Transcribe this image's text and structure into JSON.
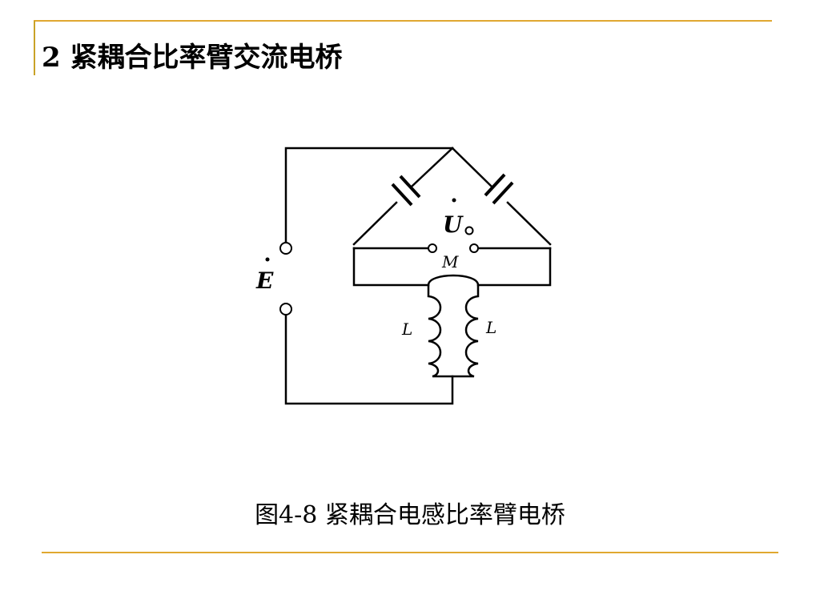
{
  "slide": {
    "title": "2 紧耦合比率臂交流电桥",
    "caption": "图4-8 紧耦合电感比率臂电桥"
  },
  "diagram": {
    "source_label": "E",
    "output_label": "U",
    "output_subscript": "o",
    "mutual_label": "M",
    "left_inductor_label": "L",
    "right_inductor_label": "L"
  },
  "colors": {
    "accent": "#e0a830",
    "accent_dark": "#c9a227",
    "ink": "#000000"
  }
}
